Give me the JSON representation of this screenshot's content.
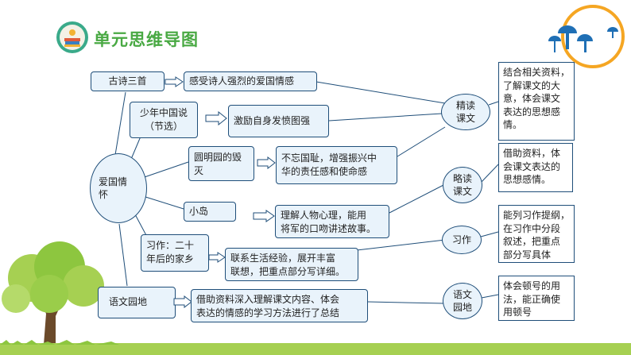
{
  "title": "单元思维导图",
  "colors": {
    "title": "#49a943",
    "border": "#1f4e79",
    "fill": "#e9f3fb",
    "tree": "#8dc63f",
    "ring": "#f5a623",
    "mushroom": "#1f6fb5"
  },
  "icons": [
    "books-icon",
    "mushroom-icon",
    "tree-icon",
    "orange-ring"
  ],
  "center": "爱国情\n怀",
  "lessons": [
    {
      "name": "古诗三首",
      "summary": "感受诗人强烈的爱国情感"
    },
    {
      "name": "少年中国说\n（节选）",
      "summary": "激励自身发愤图强"
    },
    {
      "name": "圆明园的毁\n灭",
      "summary": "不忘国耻，增强振兴中\n华的责任感和使命感"
    },
    {
      "name": "小岛",
      "summary": "理解人物心理，能用\n将军的口吻讲述故事。"
    },
    {
      "name": "习作：二十\n年后的家乡",
      "summary": "联系生活经验，展开丰富\n联想，把重点部分写详细。"
    },
    {
      "name": "语文园地",
      "summary": "借助资料深入理解课文内容、体会\n表达的情感的学习方法进行了总结"
    }
  ],
  "categories": [
    {
      "name": "精读\n课文",
      "note": "结合相关资料，\n了解课文的大\n意，体会课文\n表达的思想感\n情。"
    },
    {
      "name": "略读\n课文",
      "note": "借助资料，体\n会课文表达的\n思想感情。"
    },
    {
      "name": "习作",
      "note": "能列习作提纲，\n在习作中分段\n叙述，把重点\n部分写具体"
    },
    {
      "name": "语文\n园地",
      "note": "体会顿号的用\n法，能正确使\n用顿号"
    }
  ]
}
